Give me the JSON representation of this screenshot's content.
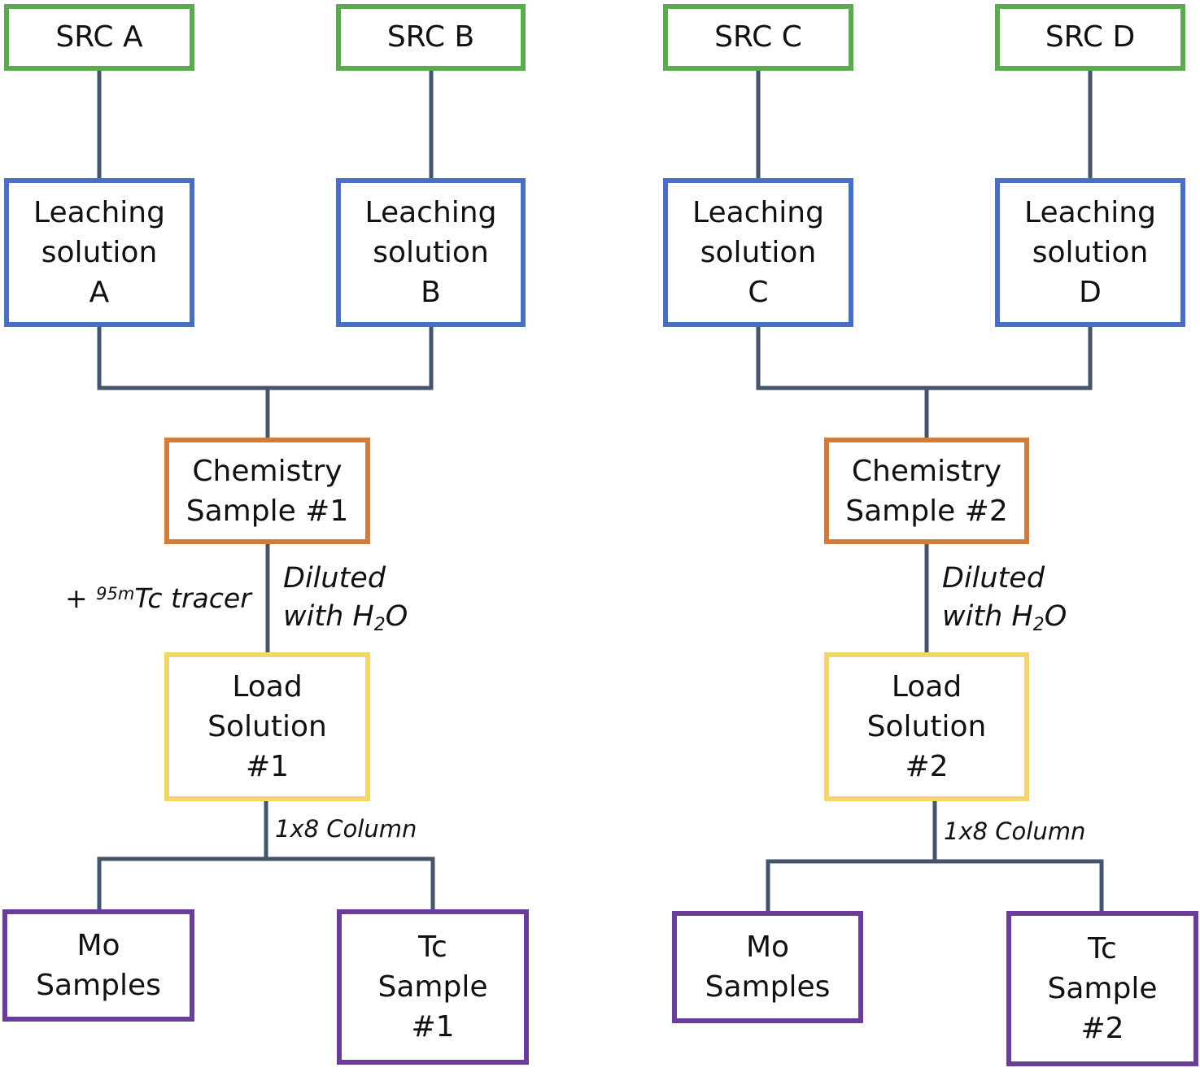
{
  "colors": {
    "connector": "#44546a",
    "source": "#5aaa4e",
    "leaching": "#4a6ec7",
    "chemistry": "#d27c3b",
    "load": "#f2d56b",
    "product": "#6a3d9a"
  },
  "groups": [
    {
      "sources": [
        "SRC A",
        "SRC B"
      ],
      "leaching": [
        [
          "Leaching",
          "solution",
          "A"
        ],
        [
          "Leaching",
          "solution",
          "B"
        ]
      ],
      "chemistry": [
        "Chemistry",
        "Sample #1"
      ],
      "dilution": {
        "line1": "Diluted",
        "line2_prefix": "with H",
        "subscript": "2",
        "line2_suffix": "O"
      },
      "tracer": {
        "prefix": "+ ",
        "isotope": "95m",
        "suffix": "Tc tracer"
      },
      "load": [
        "Load",
        "Solution",
        "#1"
      ],
      "column": "1x8 Column",
      "mo": [
        "Mo",
        "Samples"
      ],
      "tc": [
        "Tc",
        "Sample",
        "#1"
      ]
    },
    {
      "sources": [
        "SRC C",
        "SRC D"
      ],
      "leaching": [
        [
          "Leaching",
          "solution",
          "C"
        ],
        [
          "Leaching",
          "solution",
          "D"
        ]
      ],
      "chemistry": [
        "Chemistry",
        "Sample #2"
      ],
      "dilution": {
        "line1": "Diluted",
        "line2_prefix": "with H",
        "subscript": "2",
        "line2_suffix": "O"
      },
      "load": [
        "Load",
        "Solution",
        "#2"
      ],
      "column": "1x8 Column",
      "mo": [
        "Mo",
        "Samples"
      ],
      "tc": [
        "Tc",
        "Sample",
        "#2"
      ]
    }
  ]
}
